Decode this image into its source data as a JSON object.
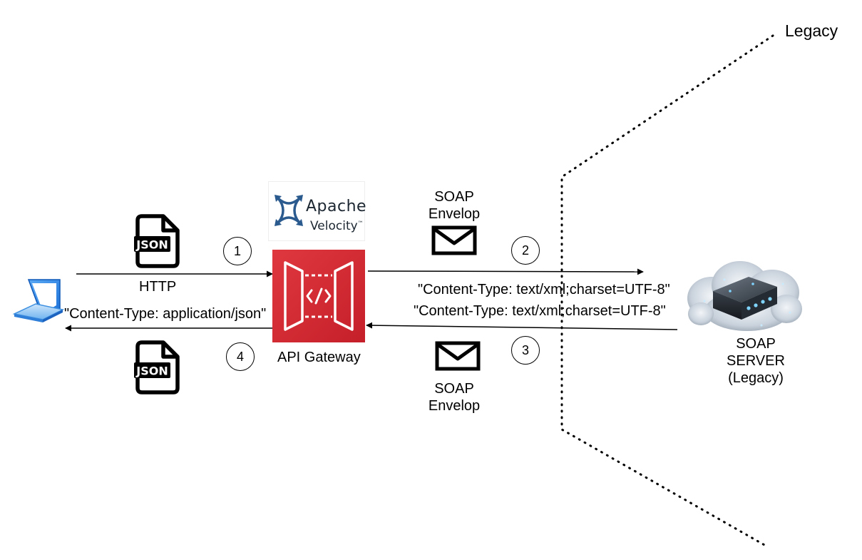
{
  "region": {
    "title": "Legacy"
  },
  "client": {
    "icon": "laptop-icon"
  },
  "request": {
    "step": "1",
    "protocol_label": "HTTP",
    "payload_icon": "json-file-icon",
    "payload_icon_text": "JSON"
  },
  "response": {
    "step": "4",
    "content_type": "\"Content-Type: application/json\"",
    "payload_icon": "json-file-icon",
    "payload_icon_text": "JSON"
  },
  "gateway": {
    "label": "API Gateway",
    "icon": "api-gateway-icon",
    "color": "#d92b34",
    "template_engine": {
      "name_line1": "Apache",
      "name_line2": "Velocity",
      "mark": "™"
    }
  },
  "soap_request": {
    "step": "2",
    "label_line1": "SOAP",
    "label_line2": "Envelop",
    "content_type": "\"Content-Type: text/xml;charset=UTF-8\"",
    "icon": "envelope-icon"
  },
  "soap_response": {
    "step": "3",
    "label_line1": "SOAP",
    "label_line2": "Envelop",
    "content_type": "\"Content-Type: text/xml;charset=UTF-8\"",
    "icon": "envelope-icon"
  },
  "server": {
    "line1": "SOAP",
    "line2": "SERVER",
    "line3": "(Legacy)",
    "icon": "cloud-server-icon"
  }
}
